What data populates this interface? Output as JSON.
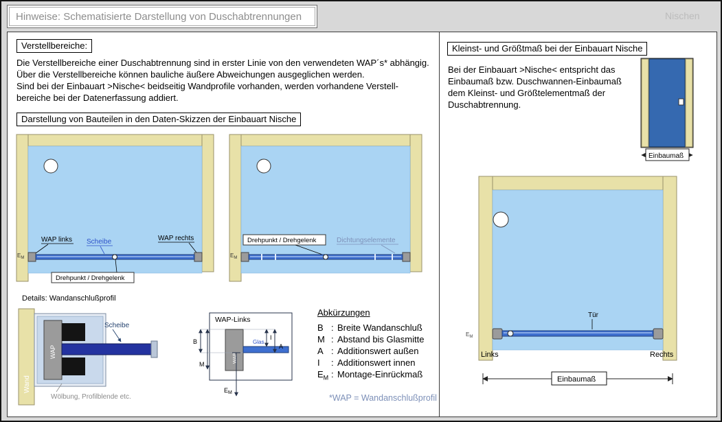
{
  "header": {
    "title": "Hinweise: Schematisierte Darstellung von Duschabtrennungen",
    "corner_label": "Nischen"
  },
  "left_column": {
    "adjust_title": "Verstellbereiche:",
    "adjust_lines": [
      "Die Verstellbereiche einer Duschabtrennung sind in erster Linie von den verwendeten WAP´s* abhängig.",
      "Über die Verstellbereiche können bauliche äußere Abweichungen ausgeglichen werden.",
      "Sind bei der Einbauart >Nische< beidseitig Wandprofile vorhanden, werden vorhandene Verstell-",
      "bereiche bei der Datenerfassung addiert."
    ],
    "parts_title": "Darstellung von Bauteilen in den Daten-Skizzen der Einbauart Nische",
    "diagram1": {
      "wap_left": "WAP links",
      "pane": "Scheibe",
      "wap_right": "WAP rechts",
      "pivot": "Drehpunkt / Drehgelenk",
      "em_e": "E",
      "em_m": "M"
    },
    "diagram2": {
      "pivot": "Drehpunkt / Drehgelenk",
      "seals": "Dichtungselemente",
      "em_e": "E",
      "em_m": "M"
    },
    "details_label": "Details: Wandanschlußprofil",
    "detail": {
      "wall": "Wand",
      "wap": "WAP",
      "pane": "Scheibe",
      "caption": "Wölbung, Profilblende etc."
    },
    "wap_box": {
      "title": "WAP-Links",
      "wap": "WAP",
      "glass": "Glas",
      "dim_b": "B",
      "dim_m": "M",
      "dim_i": "I",
      "dim_a": "A",
      "dim_em_e": "E",
      "dim_em_m": "M"
    },
    "abbreviations": {
      "title": "Abkürzungen",
      "separator": ":",
      "items": [
        {
          "key": "B",
          "desc": "Breite Wandanschluß"
        },
        {
          "key": "M",
          "desc": "Abstand bis Glasmitte"
        },
        {
          "key": "A",
          "desc": "Additionswert außen"
        },
        {
          "key": "I",
          "desc": "Additionswert innen"
        }
      ],
      "em_key_e": "E",
      "em_key_m": "M",
      "em_desc": "Montage-Einrückmaß"
    },
    "footnote": "*WAP = Wandanschlußprofil"
  },
  "right_column": {
    "size_title": "Kleinst- und Größtmaß bei der Einbauart Nische",
    "size_lines": [
      "Bei der Einbauart >Nische< entspricht das",
      "Einbaumaß bzw. Duschwannen-Einbaumaß",
      "dem Kleinst- und Größtelementmaß der",
      "Duschabtrennung."
    ],
    "door_dim_label": "Einbaumaß",
    "niche": {
      "door": "Tür",
      "em_e": "E",
      "em_m": "M",
      "left": "Links",
      "right": "Rechts",
      "dim_label": "Einbaumaß"
    }
  },
  "colors": {
    "wall-tan": "#e8e1a8",
    "wall-stroke": "#98916a",
    "shower-blue": "#aad4f3",
    "glass-blue": "#3e6fd0",
    "glass-stroke": "#1e3c78",
    "profile-gray": "#9b9b9b",
    "door-blue": "#3569b0",
    "dark-glass": "#2433a0",
    "accent-link": "#2b50c8",
    "muted-blue": "#7d90b8",
    "muted-gray": "#8a8a8a"
  }
}
